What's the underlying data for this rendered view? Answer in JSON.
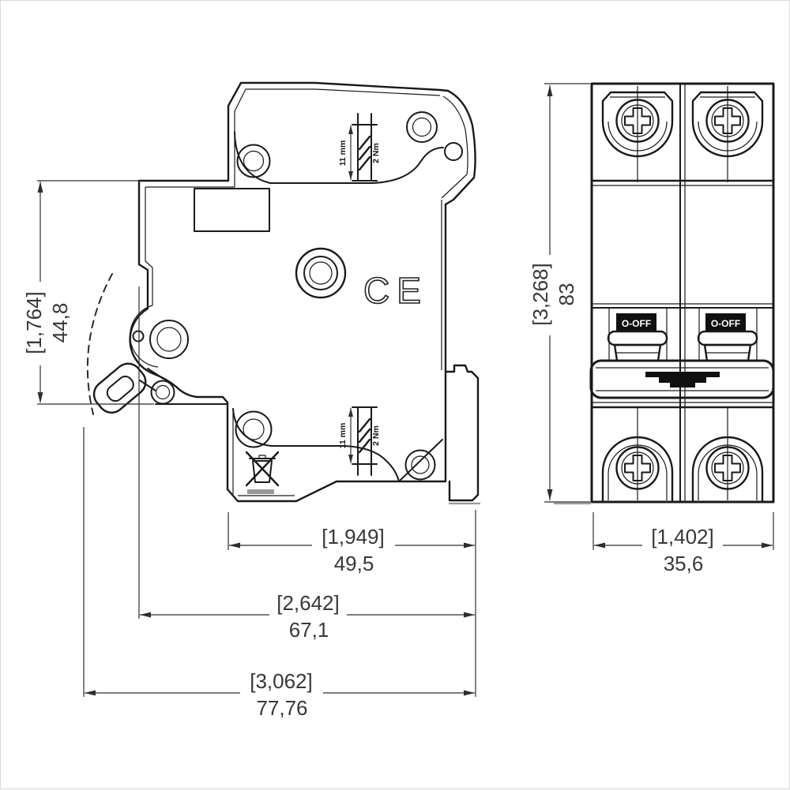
{
  "figure": {
    "side_view": {
      "ce_mark": "CE",
      "terminal_top": {
        "strip": "11 mm",
        "torque": "2 Nm"
      },
      "terminal_bottom": {
        "strip": "11 mm",
        "torque": "2 Nm"
      }
    },
    "front_view": {
      "pole1_switch_label": "O-OFF",
      "pole2_switch_label": "O-OFF"
    },
    "dimensions": {
      "toggle_height": {
        "inch": "[1,764]",
        "mm": "44,8"
      },
      "base_width": {
        "inch": "[1,949]",
        "mm": "49,5"
      },
      "body_width": {
        "inch": "[2,642]",
        "mm": "67,1"
      },
      "total_width": {
        "inch": "[3,062]",
        "mm": "77,76"
      },
      "front_height": {
        "inch": "[3,268]",
        "mm": "83"
      },
      "front_width": {
        "inch": "[1,402]",
        "mm": "35,6"
      }
    },
    "colors": {
      "line": "#1a1a1a",
      "dim_text": "#383838",
      "rail": "#9a9a9a"
    }
  }
}
